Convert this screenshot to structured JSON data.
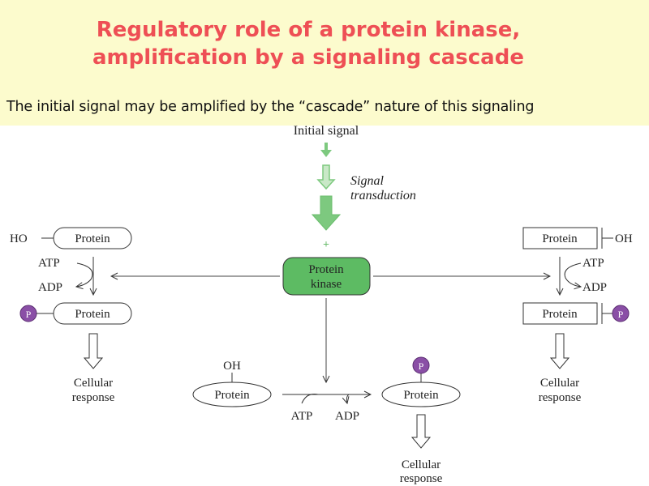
{
  "slide": {
    "title_line1": "Regulatory role of a protein kinase,",
    "title_line2": "amplification by a signaling cascade",
    "subtitle": "The initial signal may be amplified by the “cascade” nature of this signaling"
  },
  "diagram": {
    "initial_signal": "Initial signal",
    "signal_transduction_1": "Signal",
    "signal_transduction_2": "transduction",
    "plus": "+",
    "kinase_1": "Protein",
    "kinase_2": "kinase",
    "left": {
      "ho": "HO",
      "protein_top": "Protein",
      "atp": "ATP",
      "adp": "ADP",
      "p": "P",
      "protein_bottom": "Protein",
      "response_1": "Cellular",
      "response_2": "response"
    },
    "right": {
      "oh": "OH",
      "protein_top": "Protein",
      "atp": "ATP",
      "adp": "ADP",
      "p": "P",
      "protein_bottom": "Protein",
      "response_1": "Cellular",
      "response_2": "response"
    },
    "bottom": {
      "oh": "OH",
      "protein_left": "Protein",
      "atp": "ATP",
      "adp": "ADP",
      "p": "P",
      "protein_right": "Protein",
      "response_1": "Cellular",
      "response_2": "response"
    },
    "colors": {
      "title": "#ee4f55",
      "banner": "#fcfbcd",
      "kinase_fill": "#5dbb63",
      "signal_arrow": "#7dc97f",
      "phosphate": "#8a4fa6"
    }
  }
}
